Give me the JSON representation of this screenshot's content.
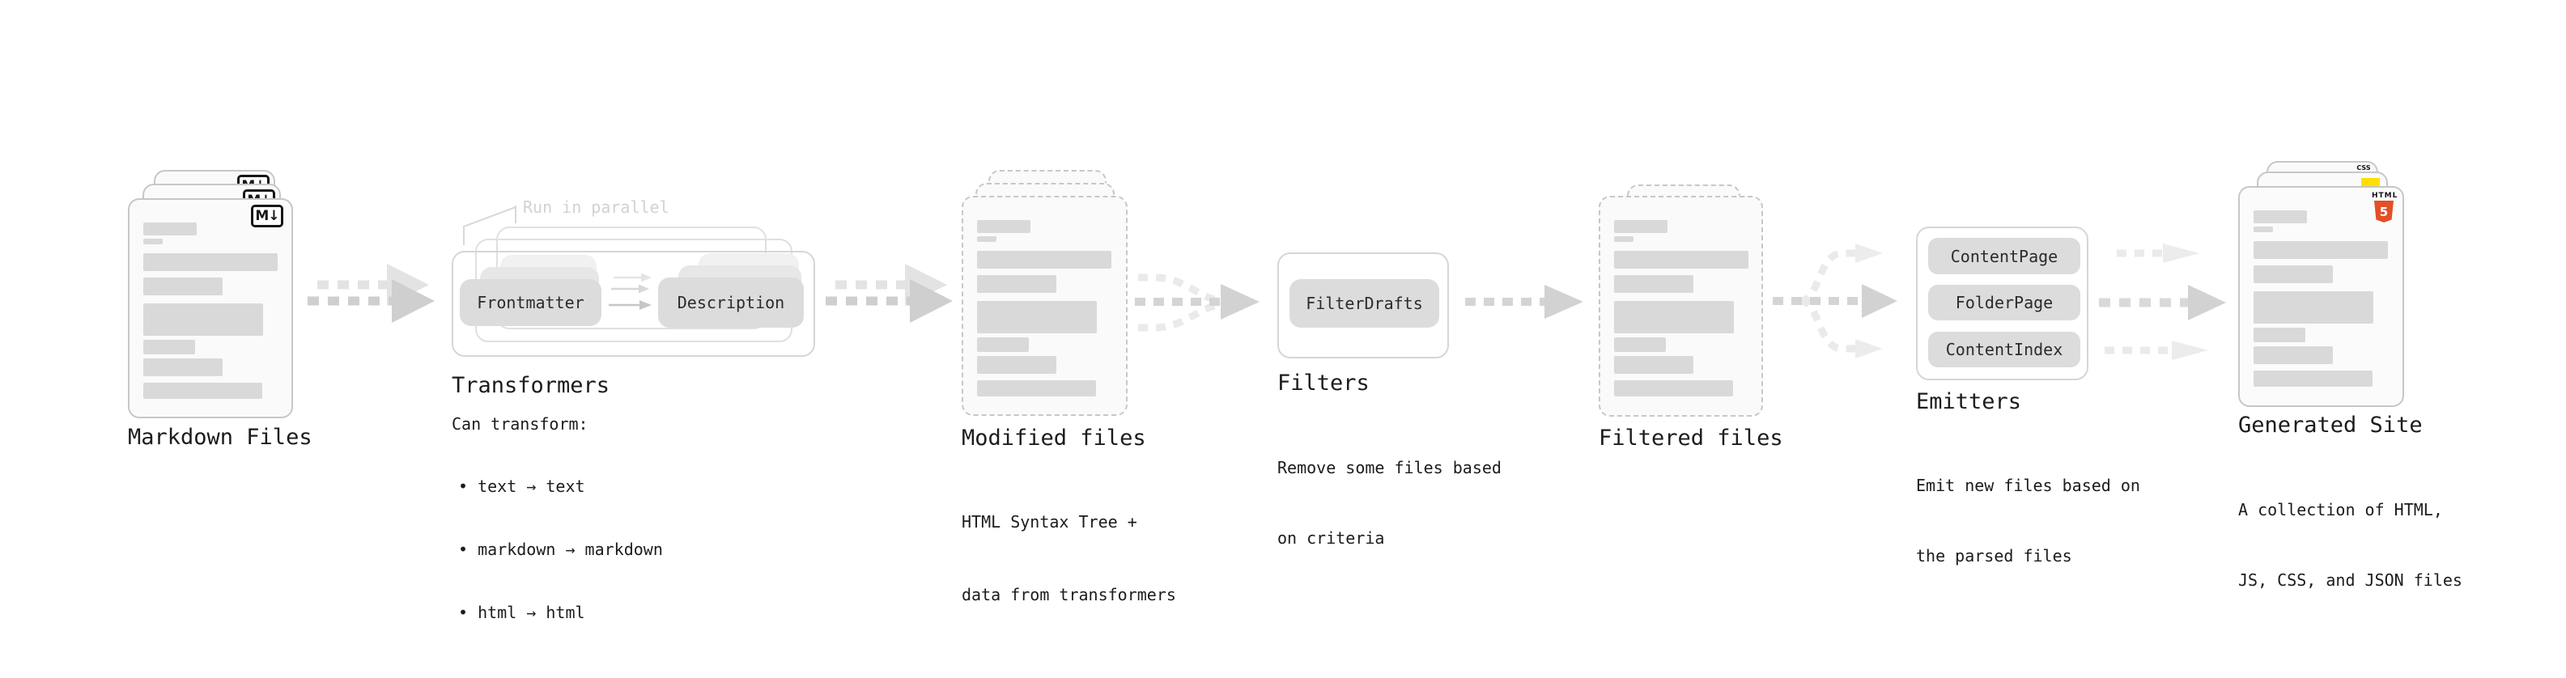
{
  "markdown_files": {
    "label": "Markdown Files",
    "badge": "M↓"
  },
  "transformers": {
    "label": "Transformers",
    "note": "Run in parallel",
    "pills": [
      "Frontmatter",
      "Description"
    ],
    "desc_title": "Can transform:",
    "bullets": [
      "• text → text",
      "• markdown → markdown",
      "• html → html"
    ]
  },
  "modified_files": {
    "label": "Modified files",
    "desc": [
      "HTML Syntax Tree +",
      "data from transformers"
    ]
  },
  "filters": {
    "label": "Filters",
    "pills": [
      "FilterDrafts"
    ],
    "desc": [
      "Remove some files based",
      "on criteria"
    ]
  },
  "filtered_files": {
    "label": "Filtered files"
  },
  "emitters": {
    "label": "Emitters",
    "pills": [
      "ContentPage",
      "FolderPage",
      "ContentIndex"
    ],
    "desc": [
      "Emit new files based on",
      "the parsed files"
    ]
  },
  "generated_site": {
    "label": "Generated Site",
    "desc": [
      "A collection of HTML,",
      "JS, CSS, and JSON files"
    ],
    "badges": {
      "html5_label": "HTML",
      "html5_number": "5",
      "css": "CSS"
    }
  },
  "colors": {
    "card_border": "#c7c7c7",
    "bar_gray": "#d9d9d9",
    "pill_gray": "#dcdcdc",
    "arrow_gray": "#d2d2d2",
    "arrow_faint": "#ececec",
    "html5_orange": "#e34f26",
    "js_yellow": "#fde000",
    "css_blue": "#2862e9"
  }
}
